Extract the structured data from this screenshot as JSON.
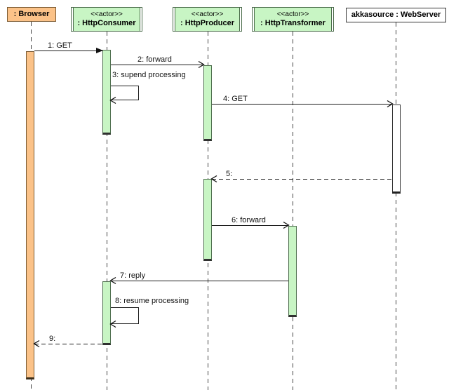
{
  "diagram_type": "uml-sequence",
  "colors": {
    "actor_fill": "#c8f5c4",
    "browser_fill": "#fbc288",
    "webserver_fill": "#ffffff",
    "actor_border": "#4a6b4a",
    "line_color": "#1c1c1c"
  },
  "participants": [
    {
      "id": "browser",
      "name": ": Browser"
    },
    {
      "id": "consumer",
      "stereotype": "<<actor>>",
      "name": ": HttpConsumer"
    },
    {
      "id": "producer",
      "stereotype": "<<actor>>",
      "name": ": HttpProducer"
    },
    {
      "id": "transformer",
      "stereotype": "<<actor>>",
      "name": ": HttpTransformer"
    },
    {
      "id": "webserver",
      "name": "akkasource : WebServer"
    }
  ],
  "messages": [
    {
      "label": "1: GET",
      "from": ": Browser",
      "to": ": HttpConsumer",
      "line": "solid",
      "arrow": "filled"
    },
    {
      "label": "2: forward",
      "from": ": HttpConsumer",
      "to": ": HttpProducer",
      "line": "solid",
      "arrow": "open"
    },
    {
      "label": "3: supend processing",
      "from": ": HttpConsumer",
      "to": ": HttpConsumer",
      "line": "solid",
      "arrow": "open",
      "self": true
    },
    {
      "label": "4: GET",
      "from": ": HttpProducer",
      "to": "akkasource : WebServer",
      "line": "solid",
      "arrow": "open"
    },
    {
      "label": "5:",
      "from": "akkasource : WebServer",
      "to": ": HttpProducer",
      "line": "dashed",
      "arrow": "open"
    },
    {
      "label": "6: forward",
      "from": ": HttpProducer",
      "to": ": HttpTransformer",
      "line": "solid",
      "arrow": "open"
    },
    {
      "label": "7: reply",
      "from": ": HttpTransformer",
      "to": ": HttpConsumer",
      "line": "solid",
      "arrow": "open"
    },
    {
      "label": "8: resume processing",
      "from": ": HttpConsumer",
      "to": ": HttpConsumer",
      "line": "solid",
      "arrow": "open",
      "self": true
    },
    {
      "label": "9:",
      "from": ": HttpConsumer",
      "to": ": Browser",
      "line": "dashed",
      "arrow": "open"
    }
  ]
}
